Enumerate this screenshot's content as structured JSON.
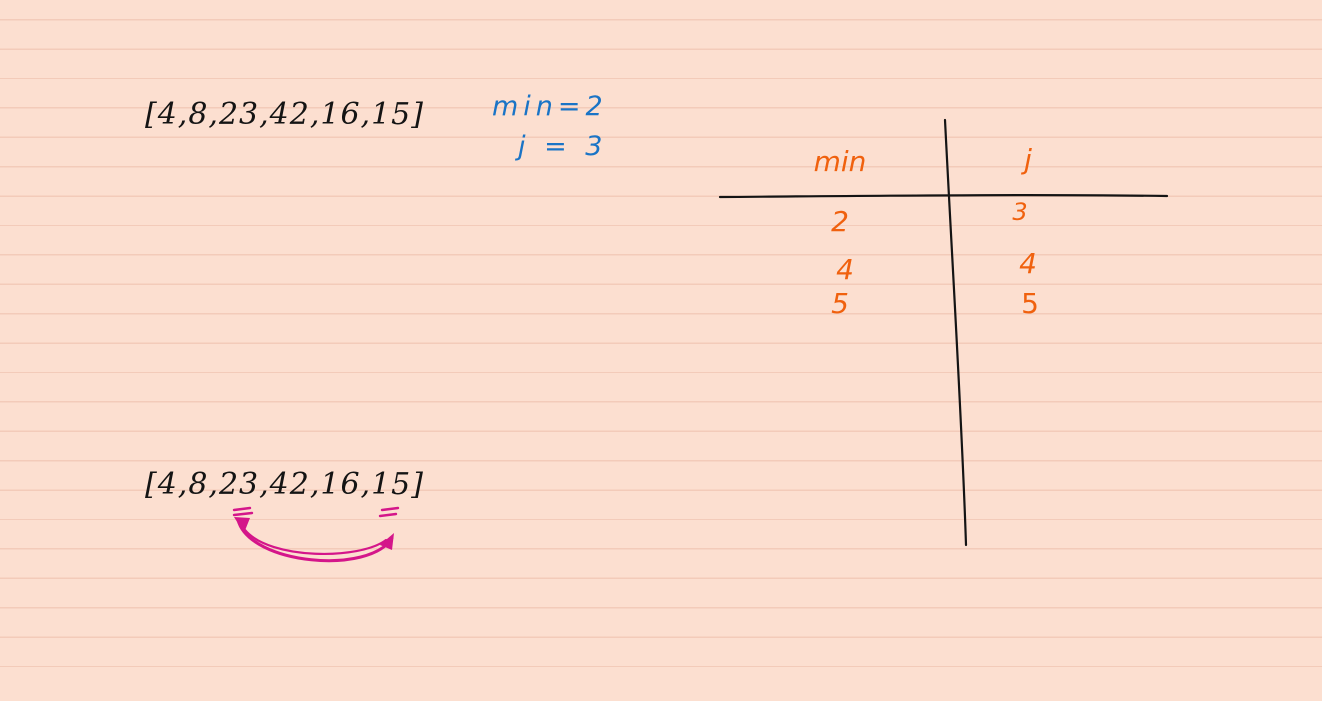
{
  "arrays": {
    "top": "[4,8,23,42,16,15]",
    "bottom": "[4,8,23,42,16,15]"
  },
  "notes": {
    "min_line": "min=2",
    "j_line": "j = 3"
  },
  "table": {
    "headers": [
      "min",
      "j"
    ],
    "rows": [
      [
        "2",
        "3"
      ],
      [
        "4",
        "4"
      ],
      [
        "5",
        "5"
      ]
    ]
  },
  "colors": {
    "paper": "#fcdfd0",
    "rule_line": "#f0c4b2",
    "ink": "#141414",
    "blue_ink": "#1a74c6",
    "orange_ink": "#f0610e",
    "magenta_ink": "#d4168a"
  }
}
